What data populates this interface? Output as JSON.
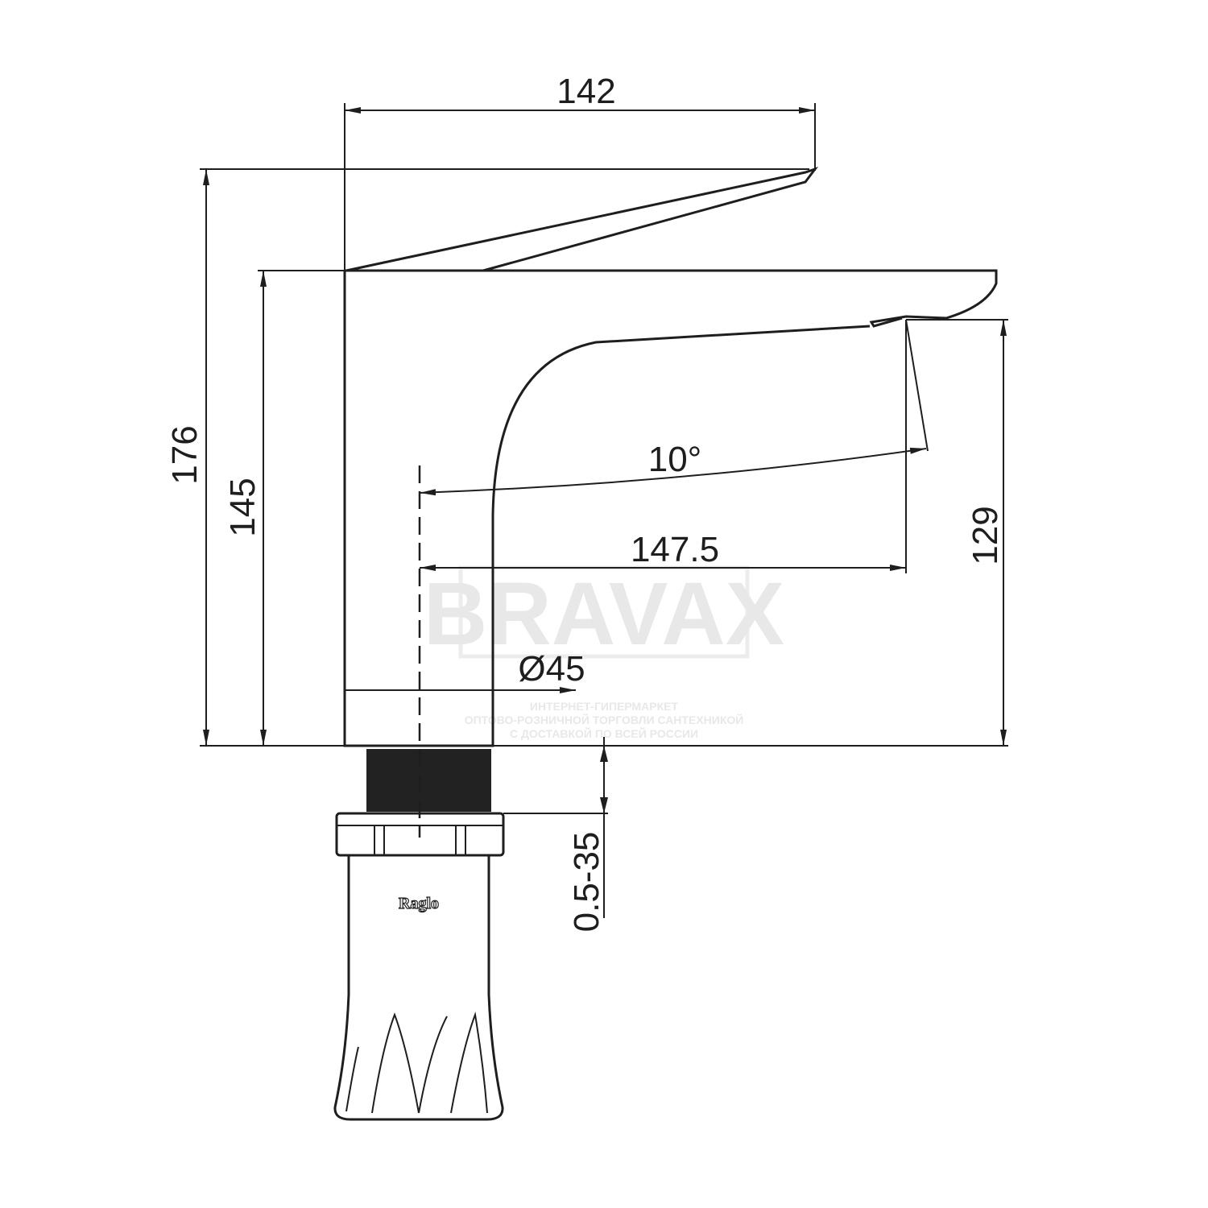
{
  "dimensions": {
    "width_top": "142",
    "total_height": "176",
    "body_height": "145",
    "spout_height": "129",
    "spout_angle": "10°",
    "spout_reach": "147.5",
    "body_diameter": "Ø45",
    "mount_range": "0.5-35"
  },
  "watermark": {
    "brand": "BRAVAX",
    "line1": "ИНТЕРНЕТ-ГИПЕРМАРКЕТ",
    "line2": "ОПТОВО-РОЗНИЧНОЙ ТОРГОВЛИ САНТЕХНИКОЙ",
    "line3": "С ДОСТАВКОЙ ПО ВСЕЙ РОССИИ"
  },
  "logo": "Raglo"
}
